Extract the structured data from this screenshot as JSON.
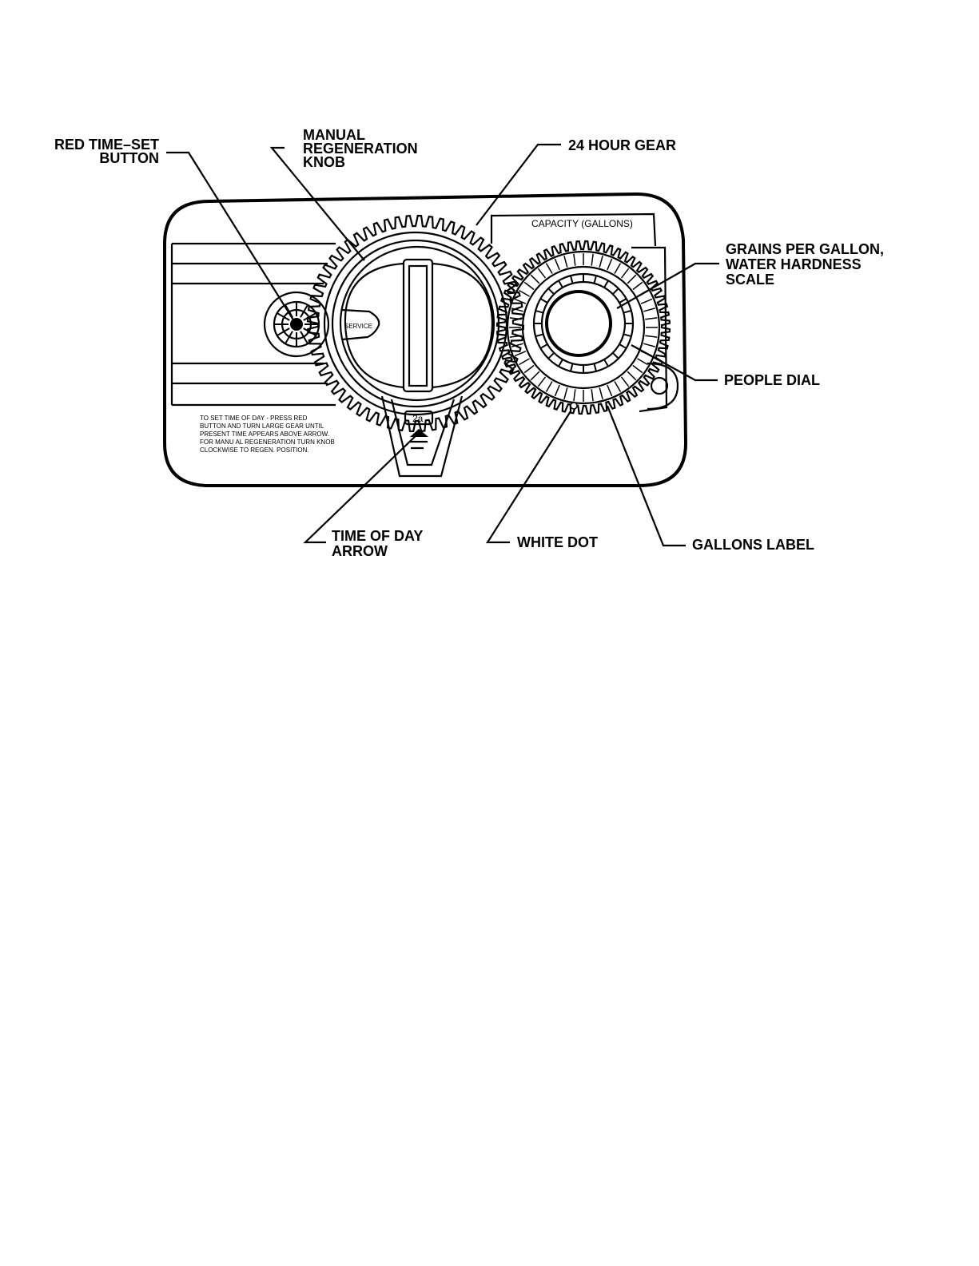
{
  "callouts": {
    "red_time_set_button": [
      "RED TIME–SET",
      "BUTTON"
    ],
    "manual_regeneration_knob": [
      "MANUAL",
      "REGENERATION",
      "KNOB"
    ],
    "hour_gear_24": "24 HOUR GEAR",
    "grains_per_gallon": [
      "GRAINS PER GALLON,",
      "WATER HARDNESS",
      "SCALE"
    ],
    "people_dial": "PEOPLE DIAL",
    "time_of_day_arrow": [
      "TIME OF DAY",
      "ARROW"
    ],
    "white_dot": "WHITE DOT",
    "gallons_label": "GALLONS LABEL"
  },
  "panel": {
    "capacity_label": "CAPACITY  (GALLONS)",
    "service_label": "SERVICE",
    "position_label": "2a",
    "instructions": [
      "TO SET TIME OF DAY - PRESS RED",
      "BUTTON AND TURN LARGE GEAR UNTIL",
      "PRESENT TIME APPEARS ABOVE ARROW.",
      "FOR MANU AL REGENERATION TURN KNOB",
      "CLOCKWISE TO REGEN. POSITION."
    ]
  }
}
